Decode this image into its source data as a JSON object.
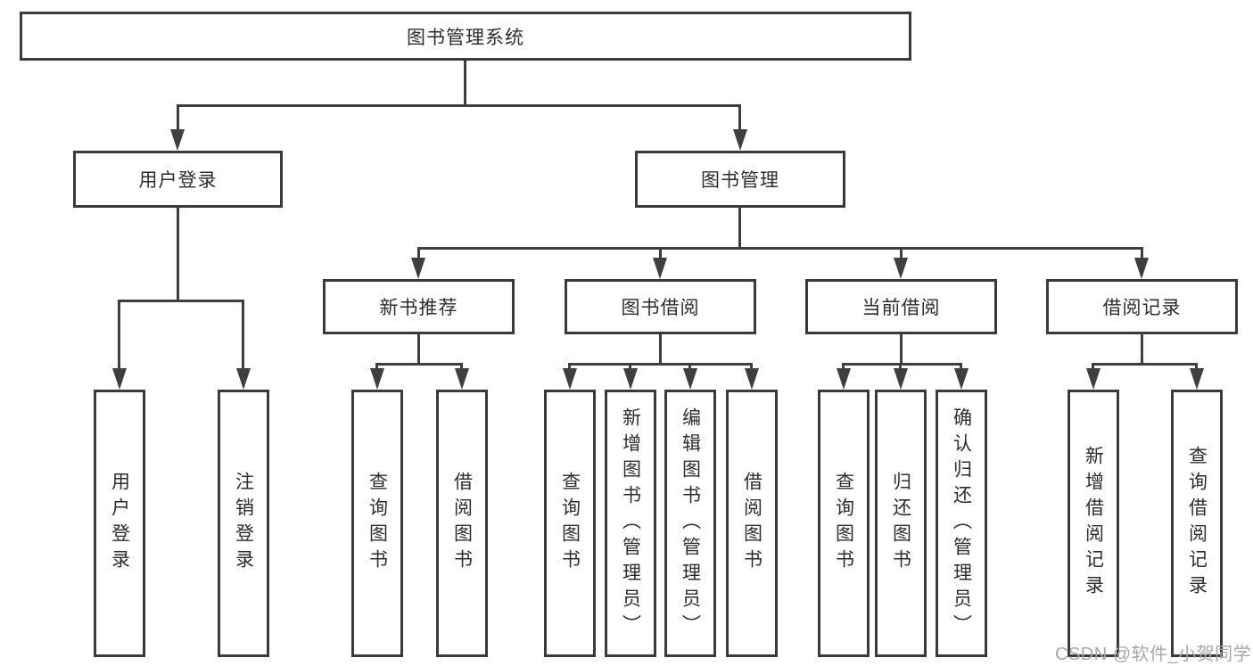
{
  "diagram": {
    "root": {
      "label": "图书管理系统"
    },
    "branches": [
      {
        "label": "用户登录",
        "parent": "图书管理系统"
      },
      {
        "label": "图书管理",
        "parent": "图书管理系统"
      }
    ],
    "sections": [
      {
        "label": "新书推荐",
        "parent": "图书管理"
      },
      {
        "label": "图书借阅",
        "parent": "图书管理"
      },
      {
        "label": "当前借阅",
        "parent": "图书管理"
      },
      {
        "label": "借阅记录",
        "parent": "图书管理"
      }
    ],
    "leaves": [
      {
        "label": "用户登录",
        "parent": "用户登录"
      },
      {
        "label": "注销登录",
        "parent": "用户登录"
      },
      {
        "label": "查询图书",
        "parent": "新书推荐"
      },
      {
        "label": "借阅图书",
        "parent": "新书推荐"
      },
      {
        "label": "查询图书",
        "parent": "图书借阅"
      },
      {
        "label": "新增图书（管理员）",
        "parent": "图书借阅"
      },
      {
        "label": "编辑图书（管理员）",
        "parent": "图书借阅"
      },
      {
        "label": "借阅图书",
        "parent": "图书借阅"
      },
      {
        "label": "查询图书",
        "parent": "当前借阅"
      },
      {
        "label": "归还图书",
        "parent": "当前借阅"
      },
      {
        "label": "确认归还（管理员）",
        "parent": "当前借阅"
      },
      {
        "label": "新增借阅记录",
        "parent": "借阅记录"
      },
      {
        "label": "查询借阅记录",
        "parent": "借阅记录"
      }
    ],
    "watermark": "CSDN @软件_小贺同学",
    "colors": {
      "line": "#3f3f3f",
      "box_border": "#3a3a3a",
      "text": "#2d2d2d",
      "watermark": "#a8a8a8",
      "background": "#ffffff"
    }
  }
}
